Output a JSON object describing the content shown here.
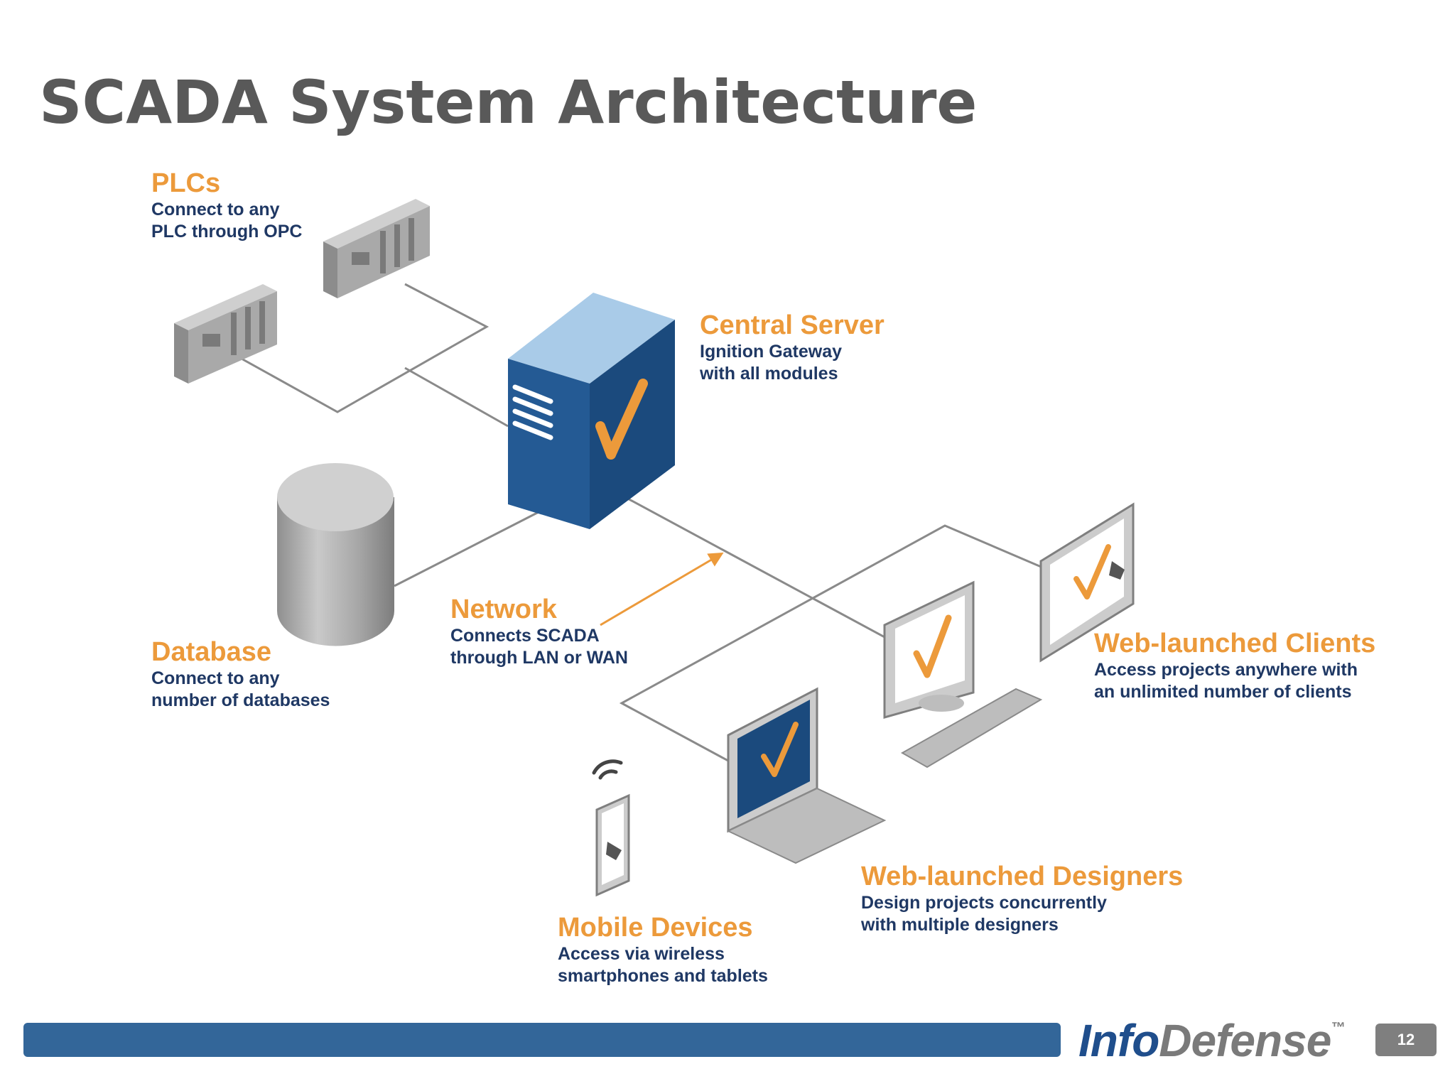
{
  "slide": {
    "title": "SCADA System Architecture",
    "page_number": "12"
  },
  "brand": {
    "name_part1": "Info",
    "name_part2": "Defense",
    "trademark": "™"
  },
  "components": {
    "plcs": {
      "heading": "PLCs",
      "line1": "Connect to any",
      "line2": "PLC through OPC"
    },
    "central_server": {
      "heading": "Central Server",
      "line1": "Ignition Gateway",
      "line2": "with all modules"
    },
    "database": {
      "heading": "Database",
      "line1": "Connect to any",
      "line2": "number of databases"
    },
    "network": {
      "heading": "Network",
      "line1": "Connects SCADA",
      "line2": "through LAN or WAN"
    },
    "web_clients": {
      "heading": "Web-launched Clients",
      "line1": "Access projects anywhere with",
      "line2": "an unlimited number of clients"
    },
    "web_designers": {
      "heading": "Web-launched Designers",
      "line1": "Design projects concurrently",
      "line2": "with multiple designers"
    },
    "mobile": {
      "heading": "Mobile Devices",
      "line1": "Access via wireless",
      "line2": "smartphones and tablets"
    }
  },
  "colors": {
    "accent_orange": "#ec9a3b",
    "navy_text": "#1f3864",
    "server_blue": "#1d4f85",
    "bar_blue": "#336699",
    "title_gray": "#595959"
  }
}
